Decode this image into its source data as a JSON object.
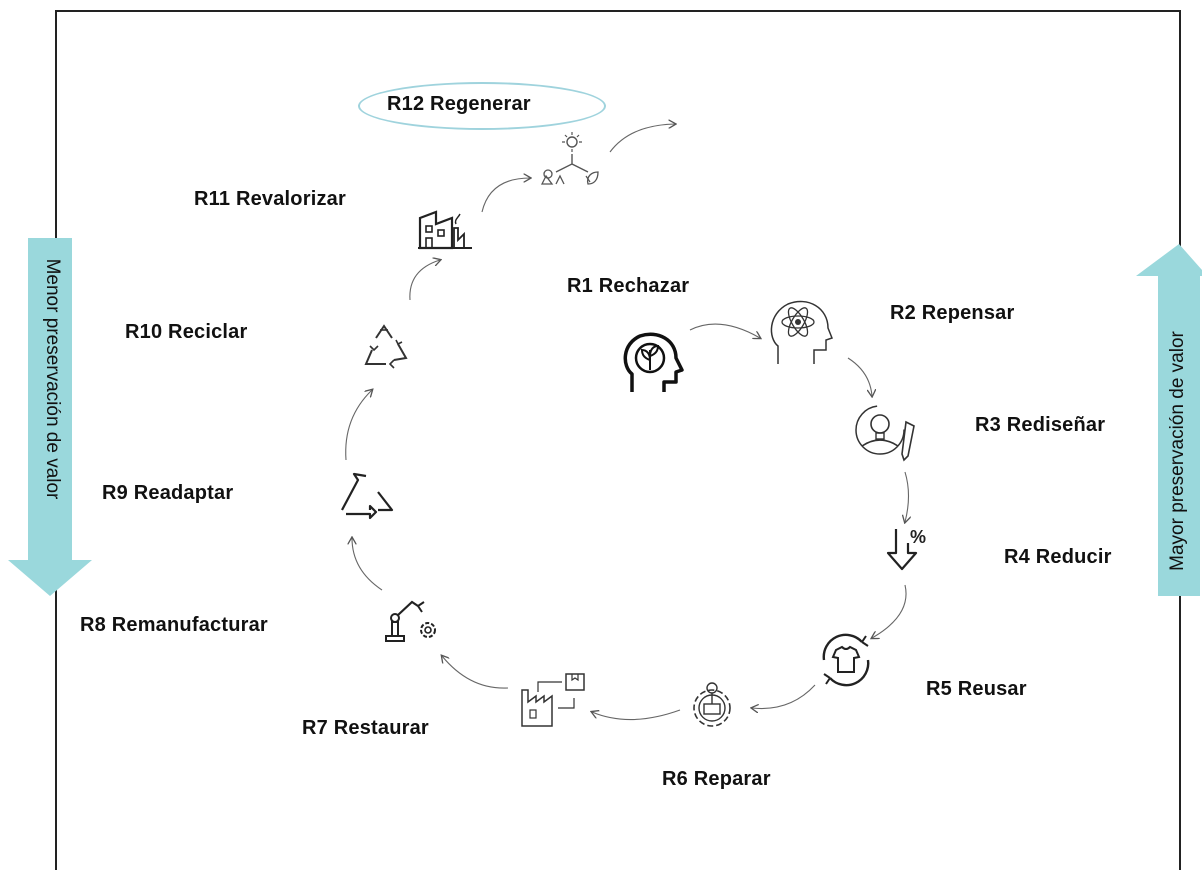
{
  "stages": {
    "r1": "R1 Rechazar",
    "r2": "R2  Repensar",
    "r3": "R3  Rediseñar",
    "r4": "R4 Reducir",
    "r5": "R5  Reusar",
    "r6": "R6  Reparar",
    "r7": "R7 Restaurar",
    "r8": "R8  Remanufacturar",
    "r9": "R9  Readaptar",
    "r10": "R10 Reciclar",
    "r11": "R11  Revalorizar",
    "r12": "R12  Regenerar"
  },
  "side_arrows": {
    "left_label": "Menor preservación de valor",
    "right_label": "Mayor preservación de valor",
    "color": "#9ad8dc"
  },
  "icons": [
    "head-plant-icon",
    "head-atom-icon",
    "lightbulb-gear-icon",
    "down-percent-icon",
    "shirt-cycle-icon",
    "wrench-gear-icon",
    "factory-box-icon",
    "robot-arm-gear-icon",
    "loop-arrows-icon",
    "recycle-icon",
    "factory-icon",
    "sun-plants-icon"
  ]
}
